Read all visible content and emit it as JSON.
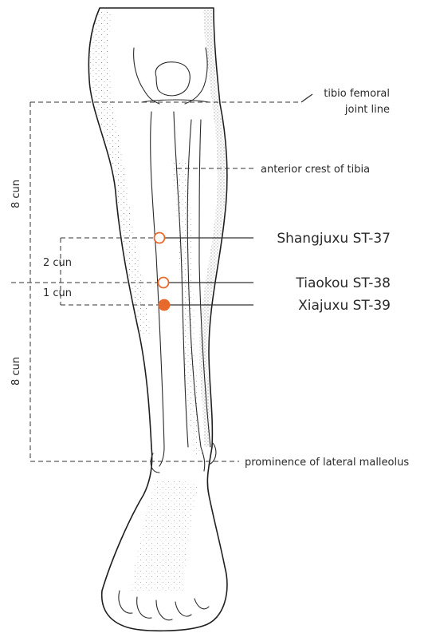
{
  "labels": {
    "joint_line_1": "tibio femoral",
    "joint_line_2": "joint line",
    "crest": "anterior crest of tibia",
    "malleolus": "prominence of lateral malleolus",
    "upper_cun": "8 cun",
    "lower_cun": "8 cun",
    "two_cun": "2 cun",
    "one_cun": "1 cun"
  },
  "points": [
    {
      "name": "Shangjuxu ST-37",
      "style": "open"
    },
    {
      "name": "Tiaokou ST-38",
      "style": "open"
    },
    {
      "name": "Xiajuxu ST-39",
      "style": "filled"
    }
  ],
  "colors": {
    "point": "#e8692c",
    "line": "#333333"
  }
}
